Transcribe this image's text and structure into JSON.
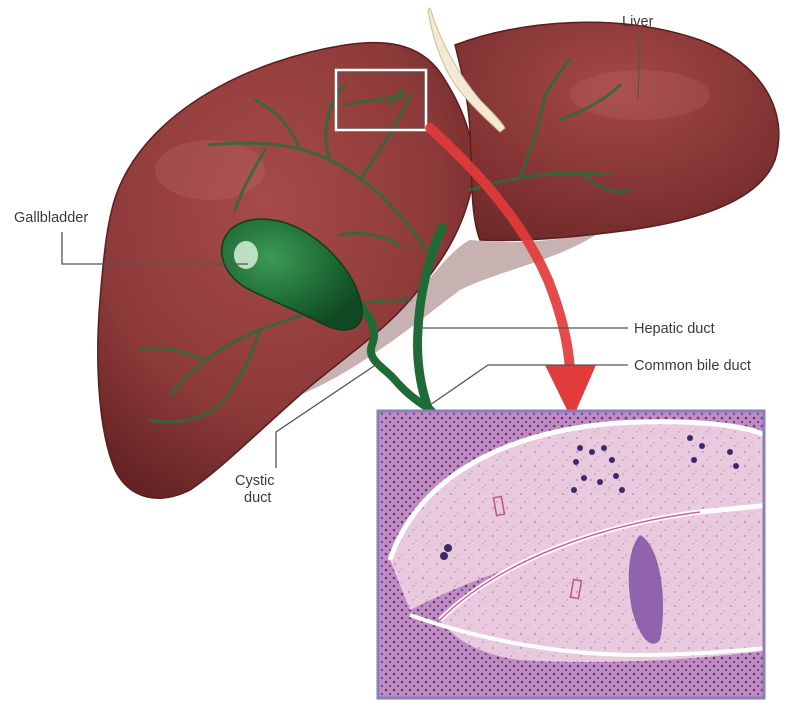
{
  "labels": {
    "liver": "Liver",
    "gallbladder": "Gallbladder",
    "hepatic_duct": "Hepatic duct",
    "common_bile_duct": "Common bile duct",
    "cystic_duct_line1": "Cystic",
    "cystic_duct_line2": "duct"
  },
  "colors": {
    "liver": "#8e3a3a",
    "liver_shadow": "#6a2626",
    "bile_ducts": "#2c6b3c",
    "gallbladder": "#1f6b36",
    "arrow": "#e23b3b",
    "micrograph_frame": "#8a80b8"
  }
}
